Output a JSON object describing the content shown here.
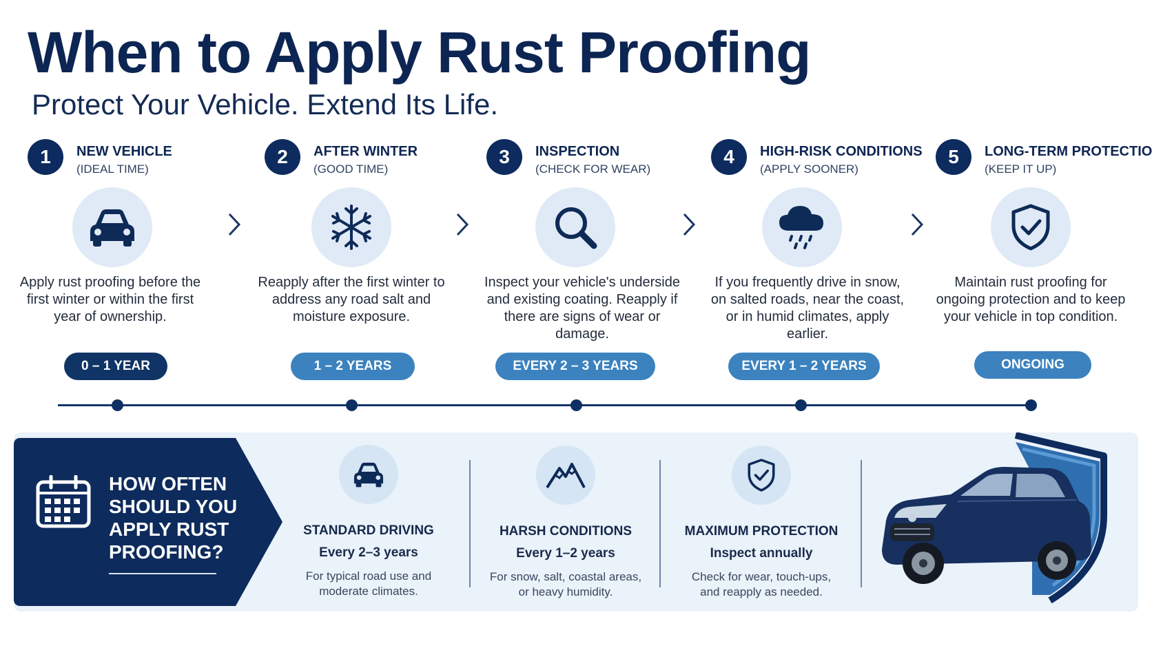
{
  "header": {
    "title": "When to Apply Rust Proofing",
    "subtitle": "Protect Your Vehicle. Extend Its Life."
  },
  "steps": [
    {
      "number": "1",
      "title": "NEW VEHICLE",
      "subtitle": "(IDEAL TIME)",
      "icon": "car-icon",
      "description": "Apply rust proofing before the first winter or within the first year of ownership.",
      "badge": "0 – 1 YEAR",
      "badge_style": "dark"
    },
    {
      "number": "2",
      "title": "AFTER WINTER",
      "subtitle": "(GOOD TIME)",
      "icon": "snowflake-icon",
      "description": "Reapply after the first winter to address any road salt and moisture exposure.",
      "badge": "1 – 2 YEARS",
      "badge_style": "light"
    },
    {
      "number": "3",
      "title": "INSPECTION",
      "subtitle": "(CHECK FOR WEAR)",
      "icon": "magnifier-icon",
      "description": "Inspect your vehicle's underside and existing coating. Reapply if there are signs of wear or damage.",
      "badge": "EVERY 2 – 3 YEARS",
      "badge_style": "light"
    },
    {
      "number": "4",
      "title": "HIGH-RISK CONDITIONS",
      "subtitle": "(APPLY SOONER)",
      "icon": "rain-cloud-icon",
      "description": "If you frequently drive in snow, on salted roads, near the coast, or in humid climates, apply earlier.",
      "badge": "EVERY 1 – 2 YEARS",
      "badge_style": "light"
    },
    {
      "number": "5",
      "title": "LONG-TERM PROTECTION",
      "subtitle": "(KEEP IT UP)",
      "icon": "shield-check-icon",
      "description": "Maintain rust proofing for ongoing protection and to keep your vehicle in top condition.",
      "badge": "ONGOING",
      "badge_style": "light"
    }
  ],
  "frequency": {
    "banner": "HOW OFTEN SHOULD YOU APPLY RUST PROOFING?",
    "banner_icon": "calendar-icon",
    "columns": [
      {
        "title": "STANDARD DRIVING",
        "frequency": "Every 2–3 years",
        "description": "For typical road use and moderate climates.",
        "icon": "car-icon"
      },
      {
        "title": "HARSH CONDITIONS",
        "frequency": "Every 1–2 years",
        "description": "For snow, salt, coastal areas, or heavy humidity.",
        "icon": "mountain-icon"
      },
      {
        "title": "MAXIMUM PROTECTION",
        "frequency": "Inspect annually",
        "description": "Check for wear, touch-ups, and reapply as needed.",
        "icon": "shield-check-icon"
      }
    ]
  },
  "colors": {
    "navy": "#0d2552",
    "accent_blue": "#3b82bf",
    "icon_bg": "#dfeaf6",
    "panel_bg": "#eaf2fa"
  }
}
